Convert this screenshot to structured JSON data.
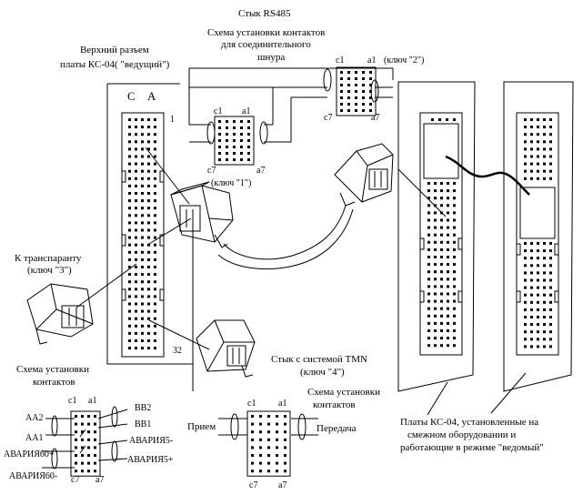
{
  "top_title": "Стык RS485",
  "cord_scheme": {
    "line1": "Схема установки контактов",
    "line2": "для соединительного",
    "line3": "шнура",
    "c1": "c1",
    "a1": "a1",
    "c7": "c7",
    "a7": "a7",
    "key2": "(ключ \"2\")",
    "small_c1": "c1",
    "small_a1": "a1",
    "small_c7": "c7",
    "small_a7": "a7",
    "key1": "(ключ \"1\")"
  },
  "upper_connector": {
    "line1": "Верхний разъем",
    "line2": "платы КС-04( \"ведущий\")",
    "col_c": "С",
    "col_a": "А",
    "row_first": "1",
    "row_last": "32"
  },
  "transparent": {
    "line1": "К транспаранту",
    "line2": "(ключ \"3\")"
  },
  "tmn": {
    "line1": "Стык с системой TMN",
    "line2": "(ключ \"4\")"
  },
  "scheme_left": {
    "line1": "Схема установки",
    "line2": "контактов",
    "c1": "c1",
    "a1": "a1",
    "c7": "c7",
    "a7": "a7",
    "aa2": "АА2",
    "aa1": "АА1",
    "avaria60p": "АВАРИЯ60+",
    "avaria60m": "АВАРИЯ60-",
    "vv2": "ВВ2",
    "vv1": "ВВ1",
    "avaria5m": "АВАРИЯ5-",
    "avaria5p": "АВАРИЯ5+"
  },
  "scheme_mid": {
    "line1": "Схема установки",
    "line2": "контактов",
    "c1": "c1",
    "a1": "a1",
    "c7": "c7",
    "a7": "a7",
    "rx": "Прием",
    "tx": "Передача"
  },
  "slave_boards": {
    "line1": "Платы КС-04, установленные на",
    "line2": "смежном оборудовании и",
    "line3": "работающие в режиме \"ведомый\""
  }
}
